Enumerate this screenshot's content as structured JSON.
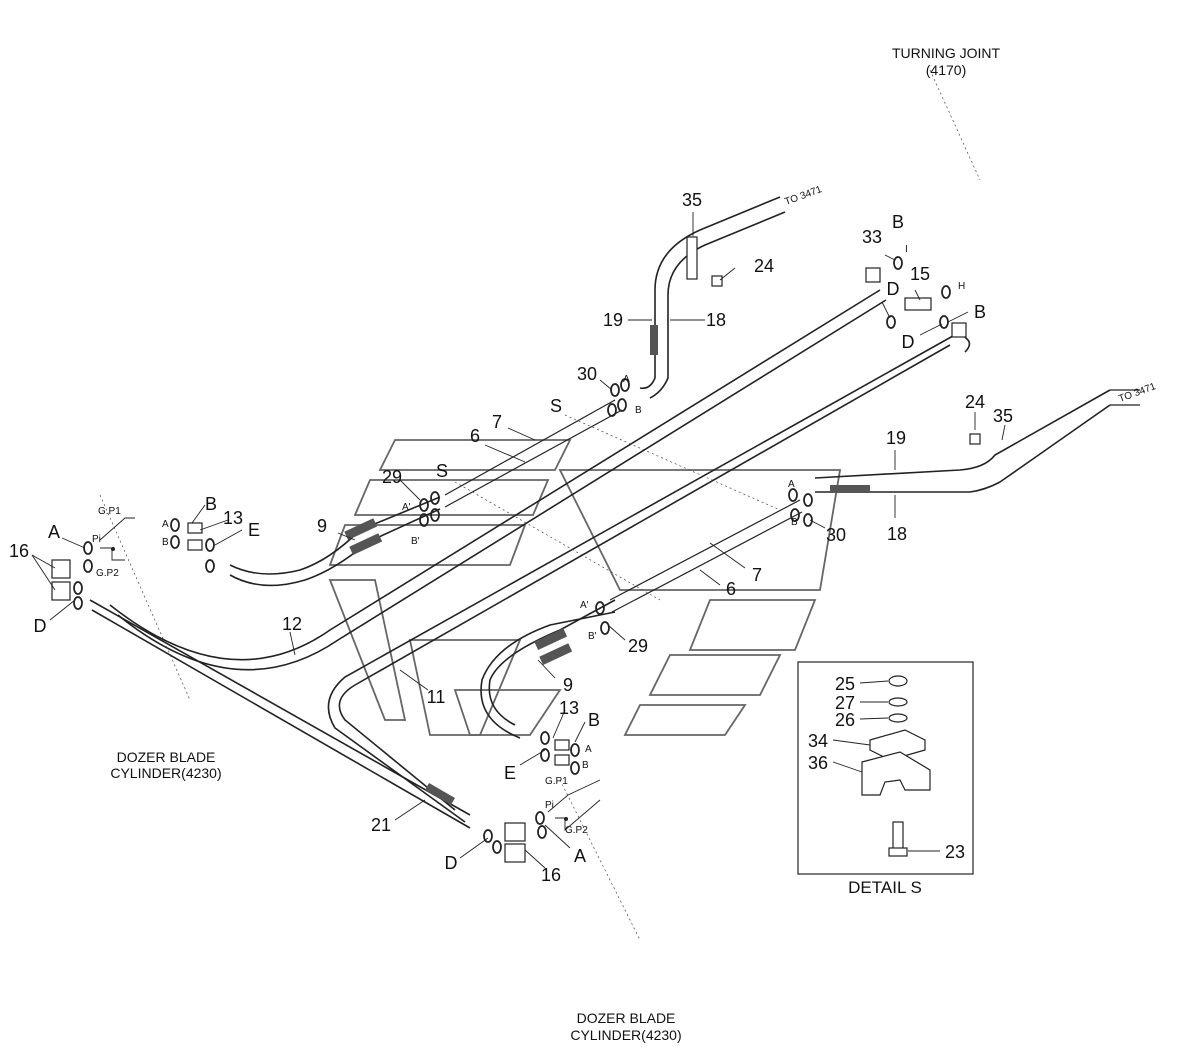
{
  "labels": {
    "turning_joint_line1": "TURNING JOINT",
    "turning_joint_line2": "(4170)",
    "to_3471_a": "TO 3471",
    "to_3471_b": "TO 3471",
    "dozer_left_line1": "DOZER BLADE",
    "dozer_left_line2": "CYLINDER(4230)",
    "dozer_bottom_line1": "DOZER BLADE",
    "dozer_bottom_line2": "CYLINDER(4230)",
    "detail_title": "DETAIL  S"
  },
  "callouts": {
    "p35a": "35",
    "p24a": "24",
    "p19a": "19",
    "p18a": "18",
    "p30a": "30",
    "p7a": "7",
    "p6a": "6",
    "p29a": "29",
    "pSa": "S",
    "pSb": "S",
    "p33": "33",
    "pBa": "B",
    "p15": "15",
    "pDa": "D",
    "pBb": "B",
    "pDb": "D",
    "p24b": "24",
    "p35b": "35",
    "p19b": "19",
    "p18b": "18",
    "p30b": "30",
    "p7b": "7",
    "p6b": "6",
    "p29b": "29",
    "p9a": "9",
    "p9b": "9",
    "p12": "12",
    "p11": "11",
    "p21": "21",
    "p16a": "16",
    "pAa": "A",
    "pDc": "D",
    "pBc": "B",
    "p13a": "13",
    "pEa": "E",
    "p13b": "13",
    "pBd": "B",
    "pEb": "E",
    "pDd": "D",
    "pAb": "A",
    "p16b": "16",
    "p25": "25",
    "p27": "27",
    "p26": "26",
    "p34": "34",
    "p36": "36",
    "p23": "23"
  },
  "small_marks": {
    "A": "A",
    "B": "B",
    "Aprime": "A'",
    "Bprime": "B'",
    "GP1": "G.P1",
    "GP2": "G.P2",
    "Pi": "Pi",
    "H": "H",
    "I": "I"
  }
}
